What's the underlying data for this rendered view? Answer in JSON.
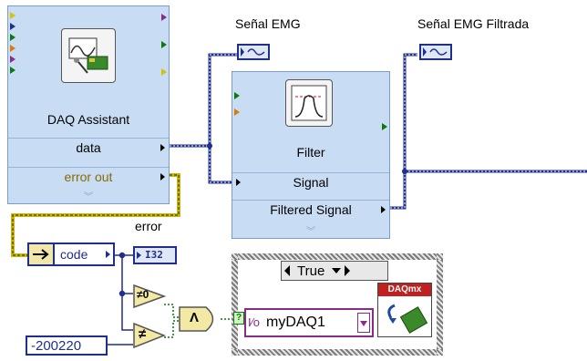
{
  "title": "LabVIEW block diagram",
  "daq_assistant": {
    "label": "DAQ Assistant",
    "terminal_data": "data",
    "terminal_error": "error out"
  },
  "filter": {
    "label": "Filter",
    "terminal_signal": "Signal",
    "terminal_filtered": "Filtered Signal"
  },
  "indicators": {
    "emg_label": "Señal EMG",
    "emg_filtered_label": "Señal EMG Filtrada",
    "error_label": "error",
    "i32_text": "I32"
  },
  "unbundle": {
    "field": "code"
  },
  "constant": {
    "value": "-200220"
  },
  "compare": {
    "not_equal_zero": "≠0",
    "not_equal": "≠"
  },
  "logic": {
    "and": "Λ"
  },
  "case_structure": {
    "selector_value": "True"
  },
  "task_constant": {
    "value": "myDAQ1",
    "prefix": "I⁄o"
  },
  "daqmx": {
    "header": "DAQmx"
  },
  "colors": {
    "wire_dynamic": "#1f2f8c",
    "wire_error": "#c9b800",
    "wire_bool": "#0a7a0a",
    "wire_task": "#8a2a8a",
    "express_vi_bg": "#c8ddf3"
  }
}
